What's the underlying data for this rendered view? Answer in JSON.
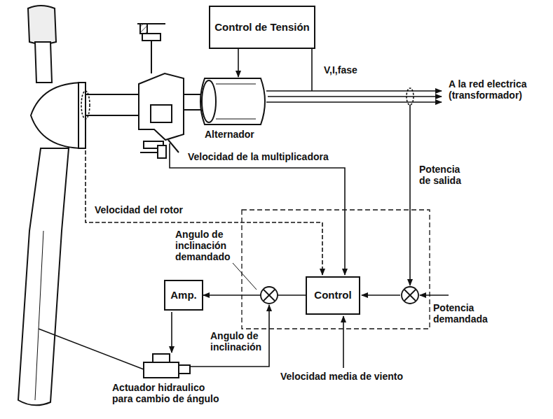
{
  "diagram": {
    "nodes": [
      {
        "text": [
          "Control de Tensión"
        ]
      },
      {
        "text": [
          "Amp."
        ]
      },
      {
        "text": [
          "Control"
        ]
      }
    ],
    "edges": [
      {
        "from": 2,
        "to": 1,
        "arrow": "to"
      }
    ],
    "labels": [
      "V,I,fase",
      "A la red electrica (transformador)",
      "Alternador",
      "Velocidad de la multiplicadora",
      "Potencia de salida",
      "Velocidad del rotor",
      "Angulo de inclinación demandado",
      "Potencia demandada",
      "Angulo de inclinación",
      "Velocidad media de viento",
      "Actuador hidraulico para cambio de ángulo"
    ]
  }
}
